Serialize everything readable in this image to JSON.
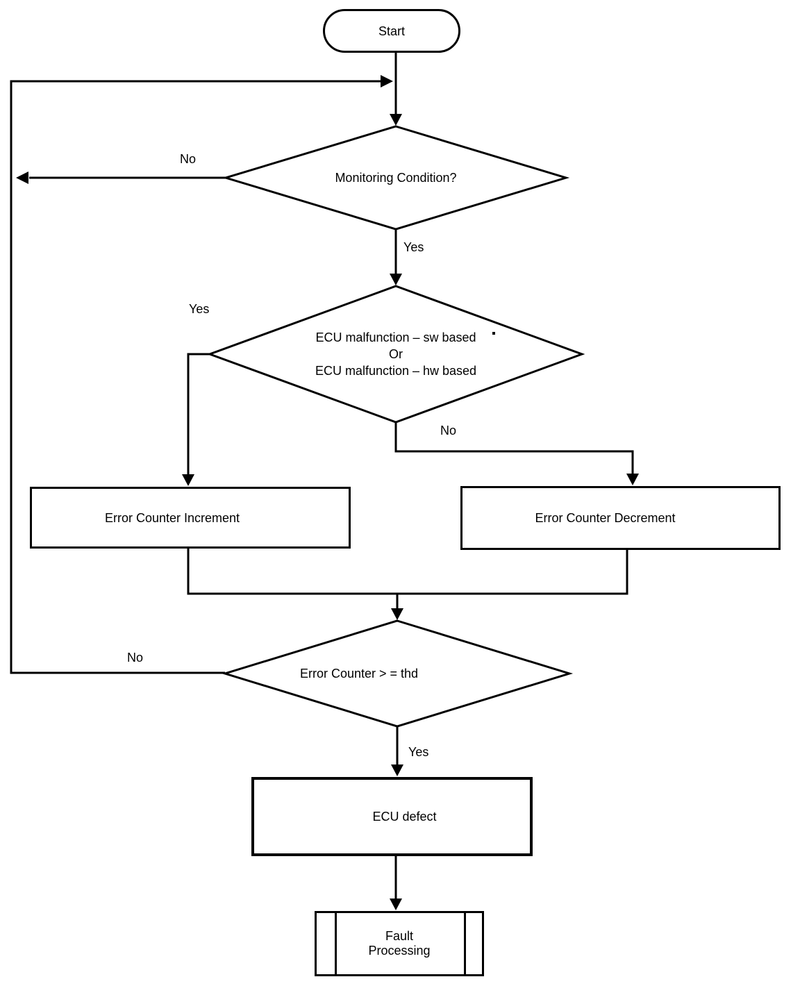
{
  "diagram_type": "flowchart",
  "colors": {
    "line": "#000000",
    "background": "#ffffff",
    "text": "#000000"
  },
  "nodes": {
    "start": {
      "type": "terminator",
      "label": "Start"
    },
    "monitoring": {
      "type": "decision",
      "label": "Monitoring Condition?"
    },
    "malfunction": {
      "type": "decision",
      "lines": [
        "ECU malfunction – sw based",
        "Or",
        "ECU malfunction – hw based"
      ]
    },
    "increment": {
      "type": "process",
      "label": "Error Counter Increment"
    },
    "decrement": {
      "type": "process",
      "label": "Error Counter Decrement"
    },
    "threshold": {
      "type": "decision",
      "label": "Error Counter > = thd"
    },
    "defect": {
      "type": "process",
      "label": "ECU defect"
    },
    "fault": {
      "type": "predefined-process",
      "lines": [
        "Fault",
        "Processing"
      ]
    }
  },
  "edges": [
    {
      "from": "start",
      "to": "monitoring",
      "label": ""
    },
    {
      "from": "monitoring",
      "to": "loop-back",
      "label": "No"
    },
    {
      "from": "monitoring",
      "to": "malfunction",
      "label": "Yes"
    },
    {
      "from": "malfunction",
      "to": "increment",
      "label": "Yes"
    },
    {
      "from": "malfunction",
      "to": "decrement",
      "label": "No"
    },
    {
      "from": "increment",
      "to": "threshold",
      "label": ""
    },
    {
      "from": "decrement",
      "to": "threshold",
      "label": ""
    },
    {
      "from": "threshold",
      "to": "loop-back",
      "label": "No"
    },
    {
      "from": "threshold",
      "to": "defect",
      "label": "Yes"
    },
    {
      "from": "defect",
      "to": "fault",
      "label": ""
    }
  ]
}
